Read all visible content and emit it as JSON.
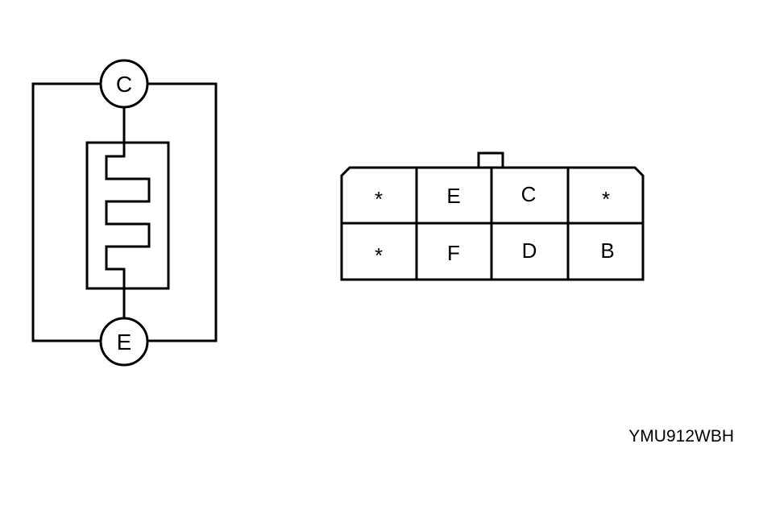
{
  "schematic": {
    "terminal_top": "C",
    "terminal_bottom": "E"
  },
  "connector": {
    "top_row": [
      "*",
      "E",
      "C",
      "*"
    ],
    "bottom_row": [
      "*",
      "F",
      "D",
      "B"
    ]
  },
  "caption": "YMU912WBH",
  "colors": {
    "line": "#000000",
    "background": "#ffffff"
  }
}
